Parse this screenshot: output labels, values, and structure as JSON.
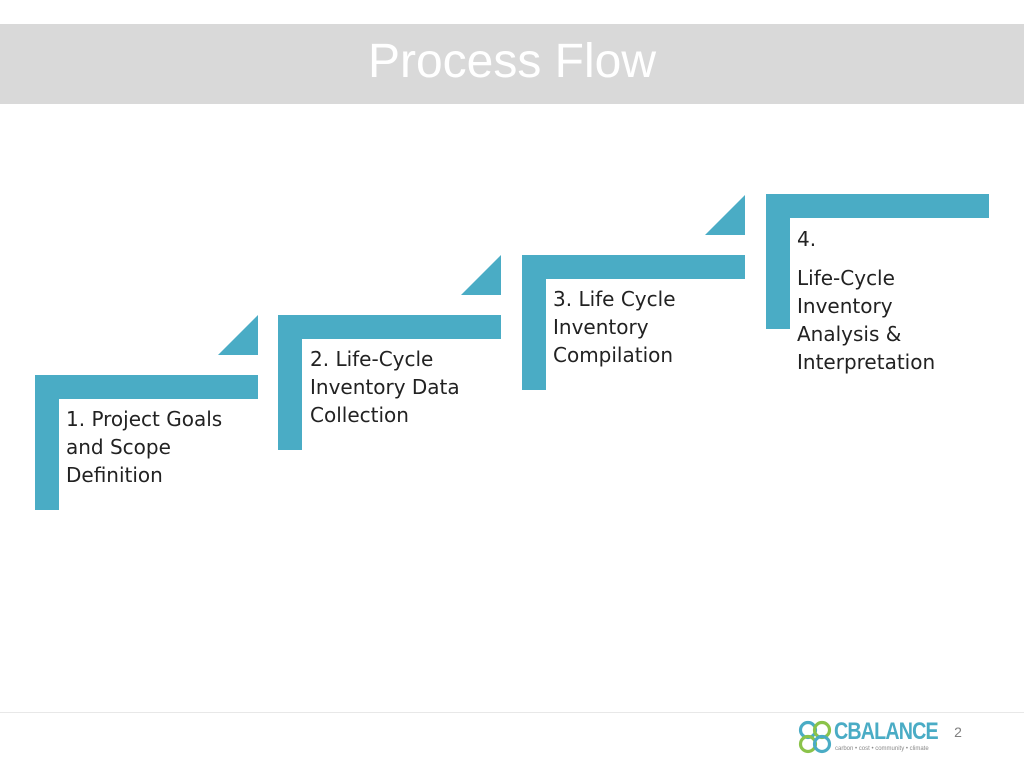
{
  "slide": {
    "title": "Process Flow",
    "page_number": "2"
  },
  "steps": [
    {
      "lines": [
        "1. Project Goals",
        "and Scope",
        "Definition"
      ]
    },
    {
      "lines": [
        "2. Life-Cycle",
        "Inventory Data",
        "Collection"
      ]
    },
    {
      "lines": [
        "3. Life Cycle",
        "Inventory",
        "Compilation"
      ]
    },
    {
      "lines": [
        "4.",
        "Life-Cycle",
        "Inventory",
        "Analysis &",
        "Interpretation"
      ]
    }
  ],
  "logo": {
    "wordmark": "CBALANCE",
    "tagline": "carbon • cost • community • climate"
  },
  "colors": {
    "accent": "#4aacc5",
    "title_bar": "#d9d9d9",
    "title_text": "#ffffff"
  }
}
